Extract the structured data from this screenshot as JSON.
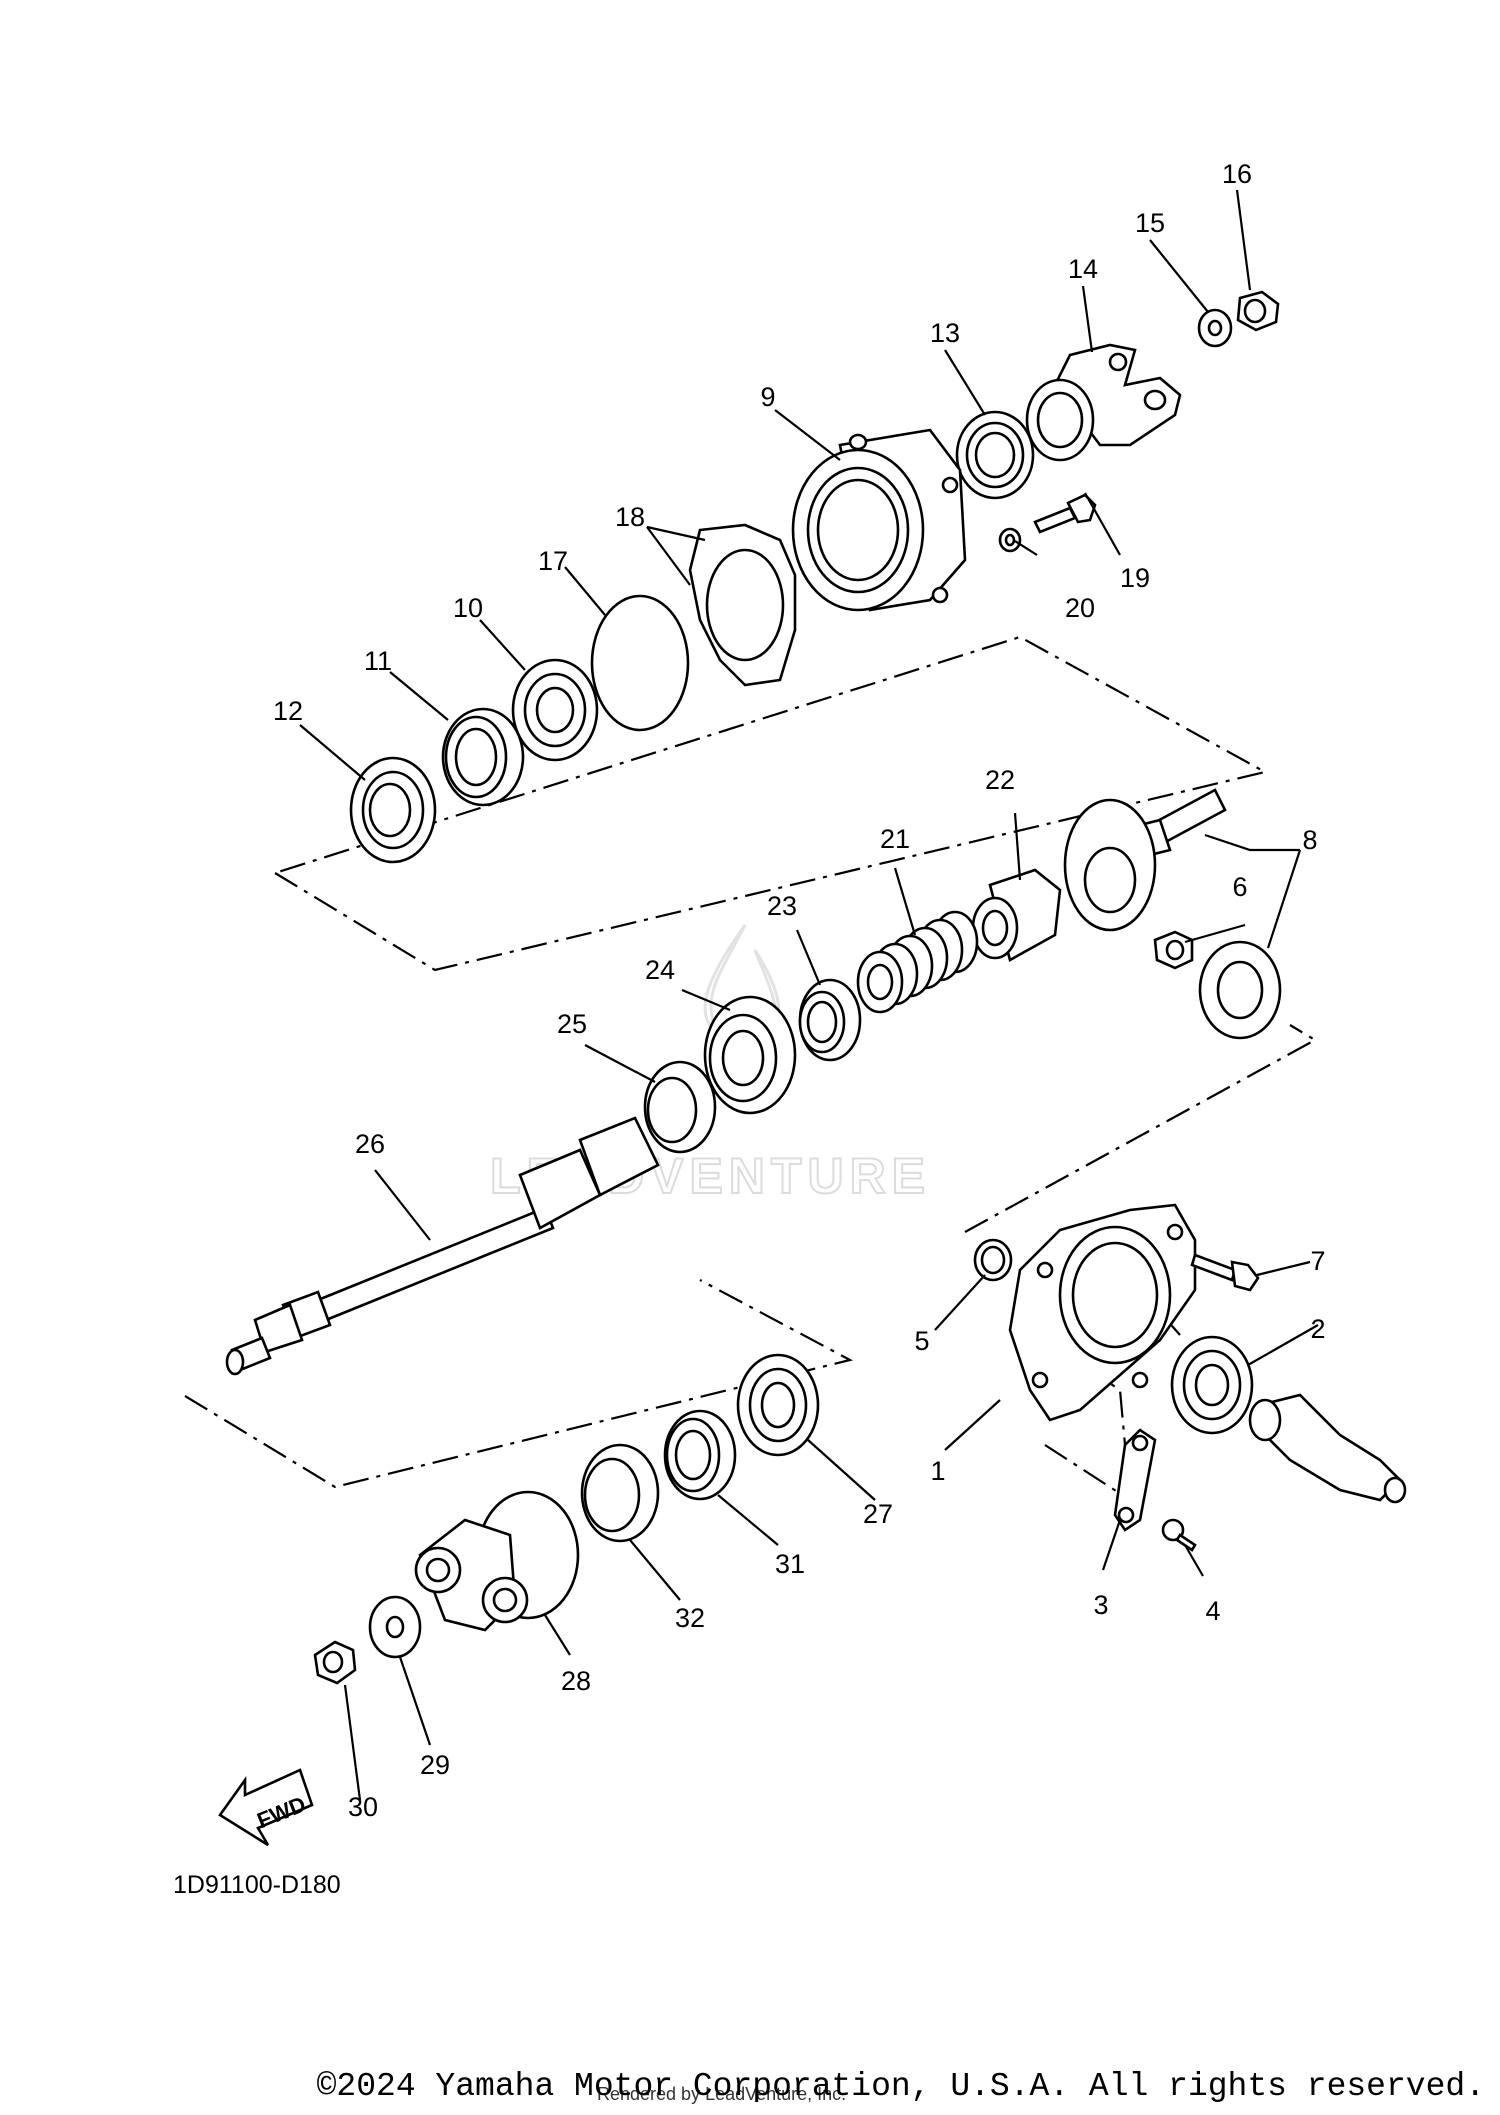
{
  "diagram": {
    "watermark": "LEADVENTURE",
    "drawing_number": "1D91100-D180",
    "fwd_label": "FWD",
    "copyright": "©2024 Yamaha Motor Corporation, U.S.A. All rights reserved.",
    "rendered_by": "Rendered by LeadVenture, Inc.",
    "callouts": [
      "1",
      "2",
      "3",
      "4",
      "5",
      "6",
      "7",
      "8",
      "9",
      "10",
      "11",
      "12",
      "13",
      "14",
      "15",
      "16",
      "17",
      "18",
      "19",
      "20",
      "21",
      "22",
      "23",
      "24",
      "25",
      "26",
      "27",
      "28",
      "29",
      "30",
      "31",
      "32"
    ]
  }
}
